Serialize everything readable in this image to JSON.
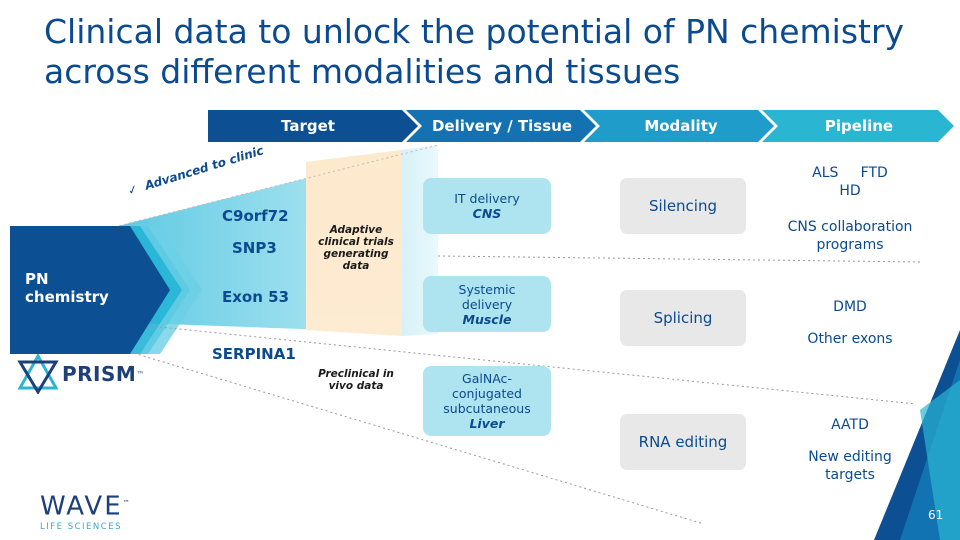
{
  "title": "Clinical data to unlock the potential of PN chemistry across different modalities and tissues",
  "header_steps": [
    "Target",
    "Delivery / Tissue",
    "Modality",
    "Pipeline"
  ],
  "pn_chemistry": "PN chemistry",
  "advanced_to_clinic": "Advanced to clinic",
  "targets": [
    "C9orf72",
    "SNP3",
    "Exon 53",
    "SERPINA1"
  ],
  "trials": {
    "adaptive": "Adaptive clinical trials generating data",
    "preclinical": "Preclinical in vivo data"
  },
  "delivery": [
    {
      "method": "IT delivery",
      "tissue": "CNS"
    },
    {
      "method": "Systemic delivery",
      "tissue": "Muscle"
    },
    {
      "method": "GalNAc-conjugated subcutaneous",
      "tissue": "Liver"
    }
  ],
  "modalities": [
    "Silencing",
    "Splicing",
    "RNA editing"
  ],
  "pipeline": {
    "silencing_line1": "ALS     FTD",
    "silencing_line2": "HD",
    "silencing_line3": "CNS collaboration programs",
    "splicing_line1": "DMD",
    "splicing_line2": "Other exons",
    "editing_line1": "AATD",
    "editing_line2": "New editing targets"
  },
  "logos": {
    "prism": "PRISM",
    "prism_tm": "™",
    "wave": "WAVE",
    "wave_tm": "™",
    "wave_sub": "LIFE SCIENCES"
  },
  "page_number": "61",
  "colors": {
    "title": "#0b4a8f",
    "dark_blue": "#0d4f93",
    "mid_blue": "#1a8fc7",
    "cyan": "#2bbad6",
    "delivery_fill": "#aee4f0",
    "modality_fill": "#e8e8e8",
    "trial_band": "#fbe3bd"
  }
}
